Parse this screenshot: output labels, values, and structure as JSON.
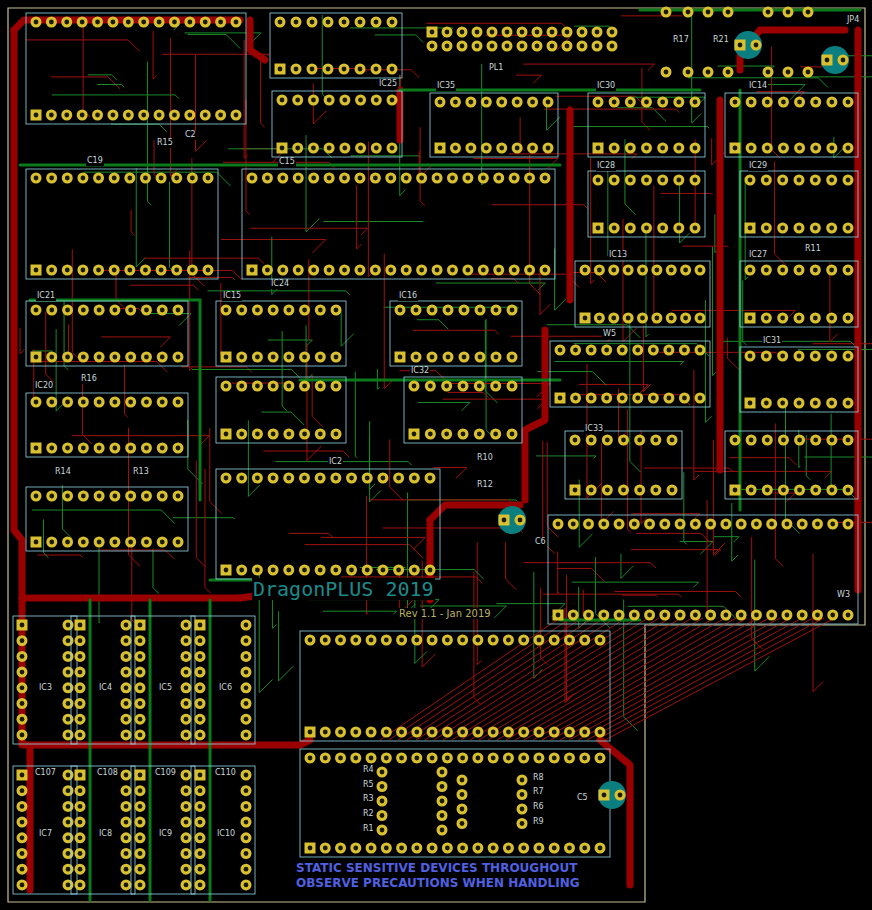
{
  "diagram": {
    "labels": [
      "DragonPLUS 2019",
      "Rev 1.1 - Jan 2019",
      "STATIC SENSITIVE DEVICES THROUGHOUT",
      "OBSERVE PRECAUTIONS WHEN HANDLING",
      "PL1",
      "IC25",
      "IC35",
      "IC30",
      "IC14",
      "IC28",
      "IC29",
      "IC24",
      "IC13",
      "IC27",
      "IC15",
      "IC16",
      "IC21",
      "IC31",
      "IC20",
      "IC32",
      "IC33",
      "IC2",
      "C2",
      "C15",
      "C19",
      "R15",
      "R16",
      "R14",
      "R13",
      "R11",
      "R10",
      "R12",
      "C6",
      "C5",
      "W3",
      "W5",
      "IC3",
      "IC4",
      "IC5",
      "IC6",
      "IC7",
      "IC8",
      "IC9",
      "IC10",
      "C107",
      "C108",
      "C109",
      "C110",
      "R4",
      "R5",
      "R3",
      "R2",
      "R1",
      "R8",
      "R7",
      "R6",
      "R9",
      "R17",
      "R21",
      "JP4"
    ]
  }
}
